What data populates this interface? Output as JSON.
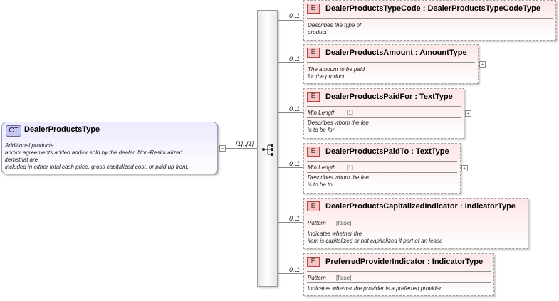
{
  "complex_type": {
    "badge": "CT",
    "name": "DealerProductsType",
    "doc_lines": [
      "Additional products",
      "and/or agreements added and/or sold by the dealer. Non-Residualized",
      "itemsthat are",
      "included in either total cash price, gross capitalized cost, or paid up front.."
    ],
    "collapse_symbol": "−"
  },
  "sequence": {
    "cardinality": "[1]..[1]"
  },
  "elements": [
    {
      "badge": "E",
      "title": "DealerProductsTypeCode : DealerProductsTypeCodeType",
      "cardinality": "0..1",
      "facet": null,
      "doc_lines": [
        "Describes the type of",
        "product"
      ],
      "has_expand": false
    },
    {
      "badge": "E",
      "title": "DealerProductsAmount : AmountType",
      "cardinality": "0..1",
      "facet": null,
      "doc_lines": [
        "The amount to be paid",
        "for the product."
      ],
      "has_expand": true
    },
    {
      "badge": "E",
      "title": "DealerProductsPaidFor : TextType",
      "cardinality": "0..1",
      "facet": {
        "label": "Min Length",
        "value": "[1]"
      },
      "doc_lines": [
        "Describes whom the fee",
        "is to be for"
      ],
      "has_expand": true
    },
    {
      "badge": "E",
      "title": "DealerProductsPaidTo : TextType",
      "cardinality": "0..1",
      "facet": {
        "label": "Min Length",
        "value": "[1]"
      },
      "doc_lines": [
        "Describes whom the fee",
        "is to be to"
      ],
      "has_expand": true
    },
    {
      "badge": "E",
      "title": "DealerProductsCapitalizedIndicator : IndicatorType",
      "cardinality": "0..1",
      "facet": {
        "label": "Pattern",
        "value": "[false]"
      },
      "doc_lines": [
        "Indicates whether the",
        "item is capitalized or not capitalized if part of an lease"
      ],
      "has_expand": false
    },
    {
      "badge": "E",
      "title": "PreferredProviderIndicator : IndicatorType",
      "cardinality": "0..1",
      "facet": {
        "label": "Pattern",
        "value": "[false]"
      },
      "doc_lines": [
        "Indicates whether the provider is a preferred provider."
      ],
      "has_expand": false
    }
  ],
  "expand_symbol": "+"
}
